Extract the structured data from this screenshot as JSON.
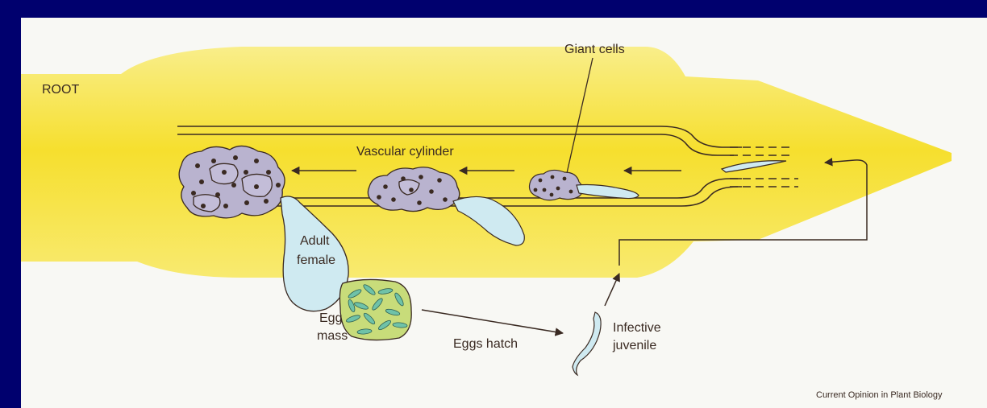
{
  "diagram": {
    "labels": {
      "root": "ROOT",
      "vascular_cylinder": "Vascular cylinder",
      "giant_cells": "Giant cells",
      "adult_female_line1": "Adult",
      "adult_female_line2": "female",
      "egg_mass_line1": "Egg",
      "egg_mass_line2": "mass",
      "eggs_hatch": "Eggs hatch",
      "infective_line1": "Infective",
      "infective_line2": "juvenile"
    },
    "credit": "Current Opinion in Plant Biology",
    "colors": {
      "background": "#00006e",
      "panel": "#f8f8f4",
      "root": "#f5e24a",
      "giant_cell_fill": "#b9b3cf",
      "nematode_fill": "#cfeaf1",
      "egg_mass_fill": "#c8dc7a",
      "egg_fill": "#6fc2a8",
      "ink": "#3a2a22"
    }
  }
}
